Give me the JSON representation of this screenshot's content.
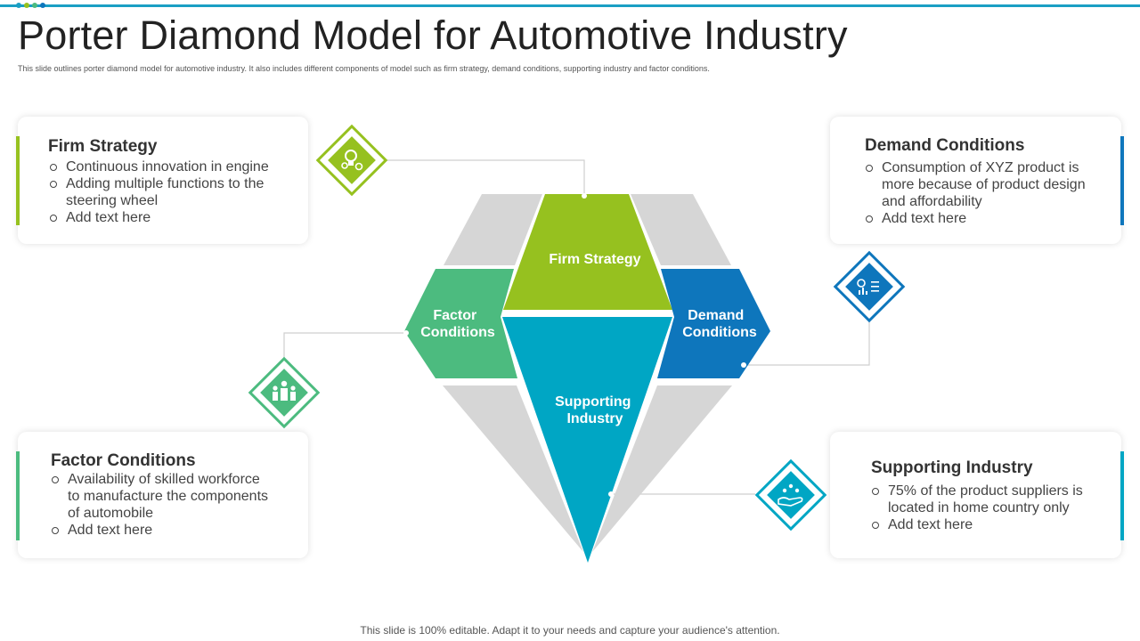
{
  "header": {
    "title": "Porter Diamond Model for Automotive Industry",
    "subtitle": "This slide outlines porter diamond model for automotive industry. It also includes different components of model such as firm strategy, demand conditions, supporting industry and factor conditions."
  },
  "footer": {
    "text": "This slide is 100% editable. Adapt it to your needs and capture your audience's attention."
  },
  "colors": {
    "topbar": "#1a9fc4",
    "firm": "#96c11f",
    "factor": "#4cbb7f",
    "demand": "#0e76bc",
    "supporting": "#00a6c4",
    "gray": "#d6d6d6"
  },
  "diamond": {
    "firm_strategy_lines": [
      "Firm Strategy"
    ],
    "factor_conditions_lines": [
      "Factor",
      "Conditions"
    ],
    "demand_conditions_lines": [
      "Demand",
      "Conditions"
    ],
    "supporting_industry_lines": [
      "Supporting",
      "Industry"
    ]
  },
  "icons": {
    "firm": "lightbulb-gears-icon",
    "demand": "analytics-dashboard-icon",
    "factor": "workforce-people-icon",
    "supporting": "hand-network-icon"
  },
  "cards": {
    "firm_strategy": {
      "title": "Firm Strategy",
      "items": [
        [
          "Continuous innovation in engine"
        ],
        [
          "Adding multiple functions to the",
          "steering wheel"
        ],
        [
          "Add text here"
        ]
      ]
    },
    "demand_conditions": {
      "title": "Demand Conditions",
      "items": [
        [
          "Consumption of XYZ product is",
          "more because of product design",
          "and affordability"
        ],
        [
          "Add text here"
        ]
      ]
    },
    "factor_conditions": {
      "title": "Factor Conditions",
      "items": [
        [
          "Availability of skilled workforce",
          "to manufacture the components",
          "of automobile"
        ],
        [
          "Add text here"
        ]
      ]
    },
    "supporting_industry": {
      "title": "Supporting Industry",
      "items": [
        [
          "75% of the product suppliers is",
          "located in home country only"
        ],
        [
          "Add text here"
        ]
      ]
    }
  }
}
